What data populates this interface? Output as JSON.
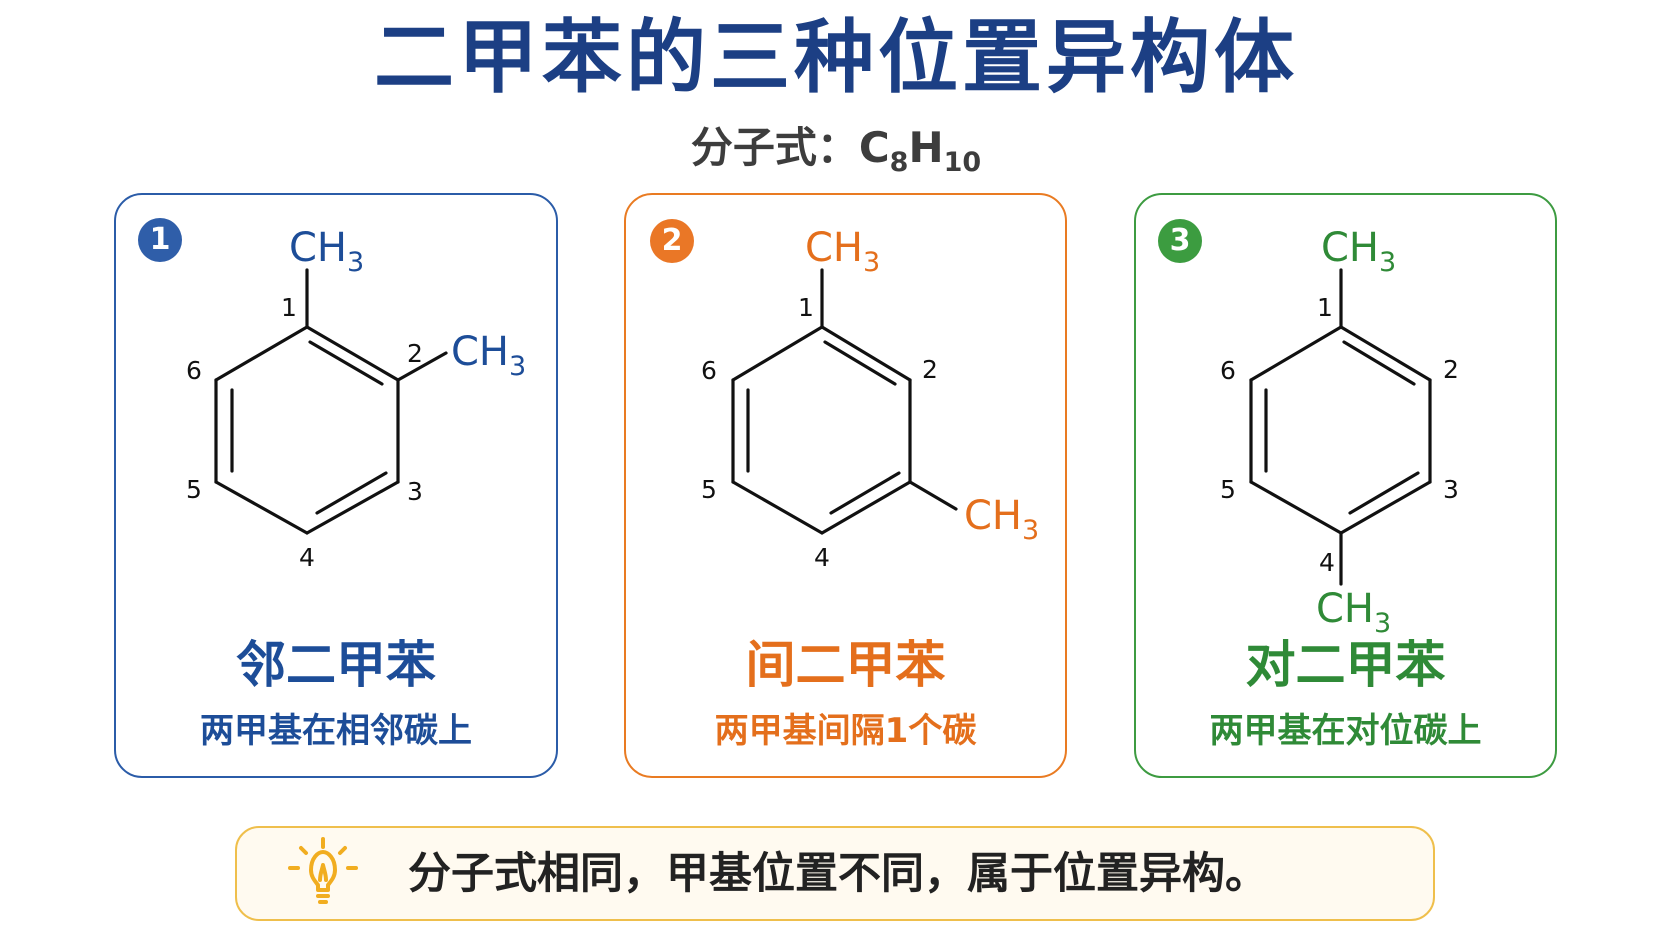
{
  "title": "二甲苯的三种位置异构体",
  "formula": {
    "label": "分子式：",
    "element_c": "C",
    "count_c": "8",
    "element_h": "H",
    "count_h": "10"
  },
  "methyl": {
    "main": "CH",
    "subscript": "3"
  },
  "isomers": [
    {
      "badge": "1",
      "name": "邻二甲苯",
      "description": "两甲基在相邻碳上",
      "color": "#1d4d98",
      "positions": [
        "1",
        "2",
        "3",
        "4",
        "5",
        "6"
      ],
      "methyl_positions": [
        1,
        2
      ]
    },
    {
      "badge": "2",
      "name": "间二甲苯",
      "description": "两甲基间隔1个碳",
      "color": "#e46f1c",
      "positions": [
        "1",
        "2",
        "4",
        "5",
        "6"
      ],
      "methyl_positions": [
        1,
        3
      ]
    },
    {
      "badge": "3",
      "name": "对二甲苯",
      "description": "两甲基在对位碳上",
      "color": "#2f8a37",
      "positions": [
        "1",
        "2",
        "3",
        "4",
        "5",
        "6"
      ],
      "methyl_positions": [
        1,
        4
      ]
    }
  ],
  "note": {
    "icon": "lightbulb-icon",
    "text": "分子式相同，甲基位置不同，属于位置异构。"
  }
}
